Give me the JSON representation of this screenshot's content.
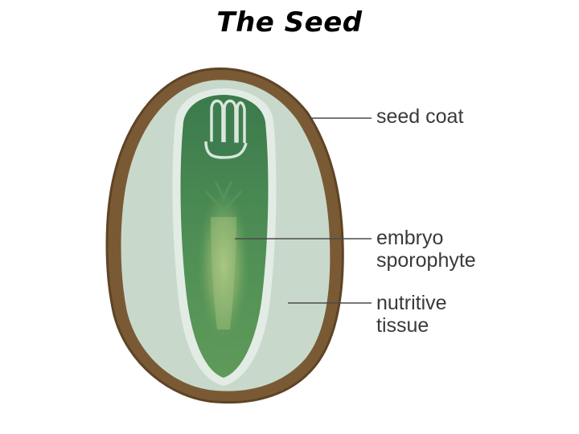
{
  "title": "The Seed",
  "colors": {
    "seed_coat": "#7a5a34",
    "seed_coat_outline": "#5e4425",
    "nutritive_tissue": "#c8d9cc",
    "embryo_outline": "#e2ece4",
    "embryo_dark": "#3e7d4f",
    "embryo_light": "#a7c481",
    "label_text": "#3a3a3a",
    "leader_line": "#4a4a4a"
  },
  "labels": {
    "seed_coat": [
      "seed coat"
    ],
    "embryo_sporophyte": [
      "embryo",
      "sporophyte"
    ],
    "nutritive_tissue": [
      "nutritive",
      "tissue"
    ]
  }
}
